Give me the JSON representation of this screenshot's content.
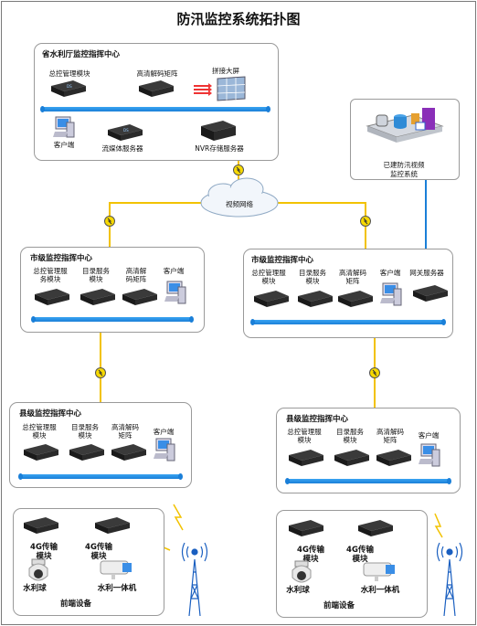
{
  "title": "防汛监控系统拓扑图",
  "province": {
    "title": "省水利厅监控指挥中心",
    "labels": [
      "总控管理模块",
      "高清解码矩阵",
      "拼接大屏",
      "客户端",
      "流媒体服务器",
      "NVR存储服务器"
    ]
  },
  "network_label": "视频网络",
  "existing_system": {
    "line1": "已建防汛视频",
    "line2": "监控系统"
  },
  "city_left": {
    "title": "市级监控指挥中心",
    "labels": [
      [
        "总控管理服",
        "务模块"
      ],
      [
        "目录服务",
        "模块"
      ],
      [
        "高清解",
        "码矩阵"
      ],
      [
        "客户端"
      ]
    ]
  },
  "city_right": {
    "title": "市级监控指挥中心",
    "labels": [
      [
        "总控管理服",
        "模块"
      ],
      [
        "目录服务",
        "模块"
      ],
      [
        "高清解码",
        "矩阵"
      ],
      [
        "客户端"
      ],
      [
        "网关服务器"
      ]
    ]
  },
  "county_left": {
    "title": "县级监控指挥中心",
    "labels": [
      [
        "总控管理服",
        "模块"
      ],
      [
        "目录服务",
        "模块"
      ],
      [
        "高清解码",
        "矩阵"
      ],
      [
        "客户端"
      ]
    ]
  },
  "county_right": {
    "title": "县级监控指挥中心",
    "labels": [
      [
        "总控管理服",
        "模块"
      ],
      [
        "目录服务",
        "模块"
      ],
      [
        "高清解码",
        "矩阵"
      ],
      [
        "客户端"
      ]
    ]
  },
  "front_left": {
    "title": "前端设备",
    "labels": [
      [
        "4G传输",
        "模块"
      ],
      [
        "4G传输",
        "模块"
      ],
      [
        "水利球"
      ],
      [
        "水利一体机"
      ]
    ]
  },
  "front_right": {
    "title": "前端设备",
    "labels": [
      [
        "4G传输",
        "模块"
      ],
      [
        "4G传输",
        "模块"
      ],
      [
        "水利球"
      ],
      [
        "水利一体机"
      ]
    ]
  },
  "colors": {
    "bus": "#1a7fd8",
    "link": "#f2c200",
    "gateway_link": "#1a7fd8",
    "tower": "#1a5fc0"
  }
}
